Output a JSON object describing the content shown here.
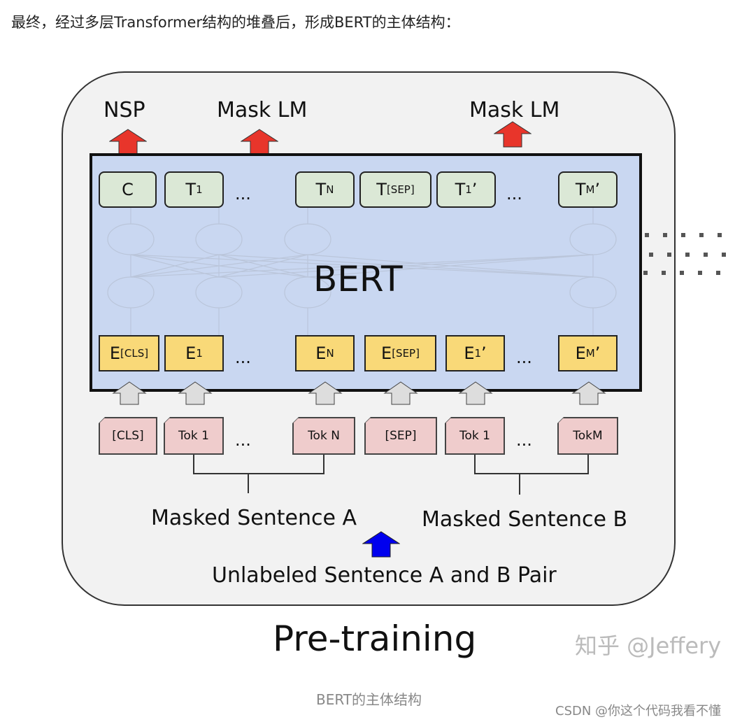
{
  "intro_text": "最终，经过多层Transformer结构的堆叠后，形成BERT的主体结构：",
  "diagram": {
    "outputs": {
      "nsp": "NSP",
      "mask_lm_1": "Mask LM",
      "mask_lm_2": "Mask LM"
    },
    "t_row": [
      {
        "main": "C",
        "sub": ""
      },
      {
        "main": "T",
        "sub": "1"
      },
      {
        "main": "T",
        "sub": "N"
      },
      {
        "main": "T",
        "sub": "[SEP]"
      },
      {
        "main": "T",
        "sub": "1",
        "prime": "’"
      },
      {
        "main": "T",
        "sub": "M",
        "prime": "’"
      }
    ],
    "bert_label": "BERT",
    "e_row": [
      {
        "main": "E",
        "sub": "[CLS]"
      },
      {
        "main": "E",
        "sub": "1"
      },
      {
        "main": "E",
        "sub": "N"
      },
      {
        "main": "E",
        "sub": "[SEP]"
      },
      {
        "main": "E",
        "sub": "1",
        "prime": "’"
      },
      {
        "main": "E",
        "sub": "M",
        "prime": "’"
      }
    ],
    "tokens": [
      "[CLS]",
      "Tok 1",
      "Tok N",
      "[SEP]",
      "Tok 1",
      "TokM"
    ],
    "ellipsis": "...",
    "sentence_a": "Masked Sentence A",
    "sentence_b": "Masked Sentence B",
    "input_pair": "Unlabeled Sentence A and B Pair",
    "phase": "Pre-training",
    "colors": {
      "output_arrow": "#e8352b",
      "input_arrow": "#0000ee",
      "embedding_arrow": "#dddddd"
    }
  },
  "watermark": "知乎 @Jeffery",
  "caption": "BERT的主体结构",
  "csdn_credit": "CSDN @你这个代码我看不懂"
}
